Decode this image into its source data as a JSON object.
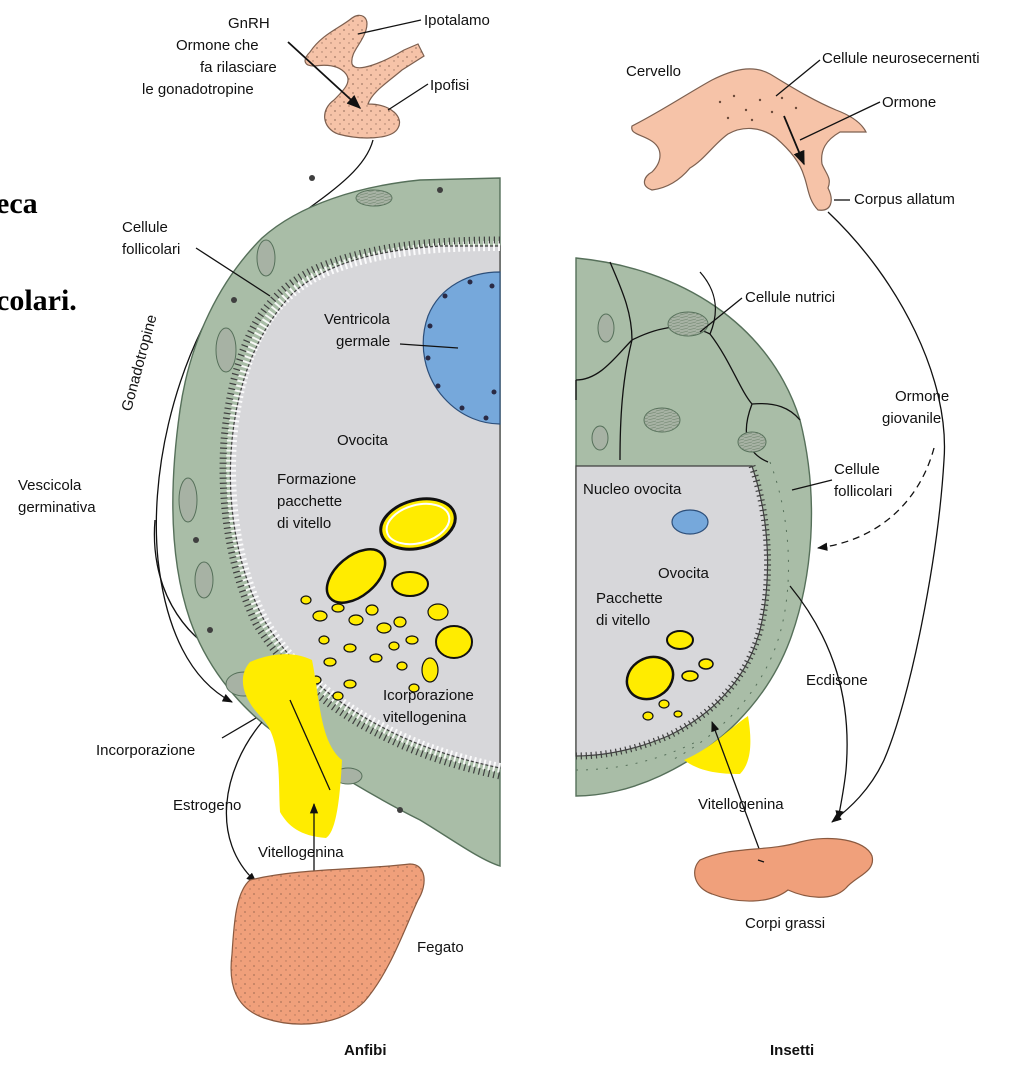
{
  "slide_text": {
    "line1": "eca",
    "line2": "colari."
  },
  "amphibian": {
    "title": "Anfibi",
    "hypothalamus": "Ipotalamo",
    "gnrh_line1": "GnRH",
    "gnrh_line2": "Ormone che",
    "gnrh_line3": "fa rilasciare",
    "gnrh_line4": "le gonadotropine",
    "pituitary": "Ipofisi",
    "follicle_cells_line1": "Cellule",
    "follicle_cells_line2": "follicolari",
    "gonadotropins": "Gonadotropine",
    "germinal_vesicle_line1": "Ventricola",
    "germinal_vesicle_line2": "germale",
    "oocyte": "Ovocita",
    "yolk_line1": "Formazione",
    "yolk_line2": "pacchette",
    "yolk_line3": "di vitello",
    "vesicle_line1": "Vescicola",
    "vesicle_line2": "germinativa",
    "uptake_line1": "Icorporazione",
    "uptake_line2": "vitellogenina",
    "incorporation": "Incorporazione",
    "estrogen": "Estrogeno",
    "vitellogenin": "Vitellogenina",
    "liver": "Fegato"
  },
  "insect": {
    "title": "Insetti",
    "brain": "Cervello",
    "neurosecretory": "Cellule neurosecernenti",
    "hormone": "Ormone",
    "corpus_allatum": "Corpus allatum",
    "nurse_cells": "Cellule nutrici",
    "juvenile_line1": "Ormone",
    "juvenile_line2": "giovanile",
    "follicle_cells_line1": "Cellule",
    "follicle_cells_line2": "follicolari",
    "nucleus": "Nucleo ovocita",
    "oocyte": "Ovocita",
    "yolk_line1": "Pacchette",
    "yolk_line2": "di vitello",
    "ecdysone": "Ecdisone",
    "vitellogenin": "Vitellogenina",
    "fat_body": "Corpi grassi"
  },
  "colors": {
    "follicle_green": "#a9bda7",
    "cytoplasm_gray": "#d7d7da",
    "nucleus_blue": "#76a8db",
    "yolk_yellow": "#ffec00",
    "organ_pink": "#f6c3a8",
    "liver_orange": "#f0a07b"
  }
}
